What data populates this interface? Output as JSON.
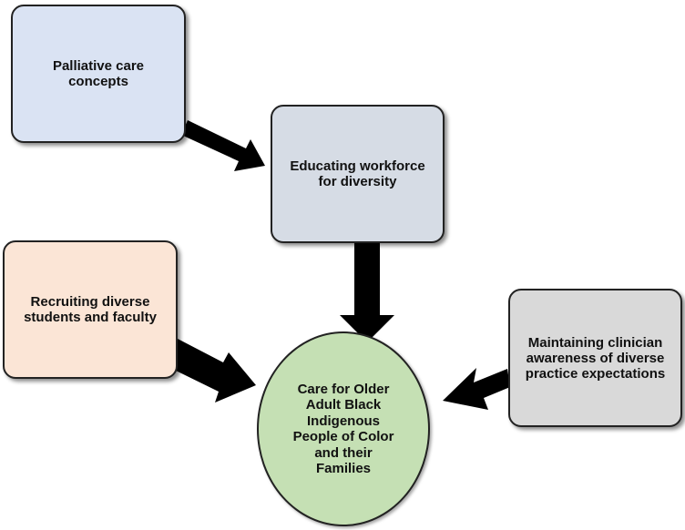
{
  "nodes": {
    "palliative": {
      "label": "Palliative care\nconcepts"
    },
    "educating": {
      "label": "Educating workforce\nfor diversity"
    },
    "recruiting": {
      "label": "Recruiting diverse\nstudents and faculty"
    },
    "maintaining": {
      "label": "Maintaining clinician\nawareness of diverse\npractice expectations"
    },
    "care": {
      "label": "Care for Older\nAdult Black\nIndigenous\nPeople of Color\nand their\nFamilies"
    }
  },
  "colors": {
    "palliative_fill": "#dae3f3",
    "educating_fill": "#d6dce5",
    "recruiting_fill": "#fbe5d6",
    "maintaining_fill": "#d9d9d9",
    "care_fill": "#c5e0b4",
    "arrow": "#000000",
    "border": "#222222"
  },
  "edges": [
    {
      "from": "palliative",
      "to": "educating"
    },
    {
      "from": "educating",
      "to": "care"
    },
    {
      "from": "recruiting",
      "to": "care"
    },
    {
      "from": "maintaining",
      "to": "care"
    }
  ]
}
